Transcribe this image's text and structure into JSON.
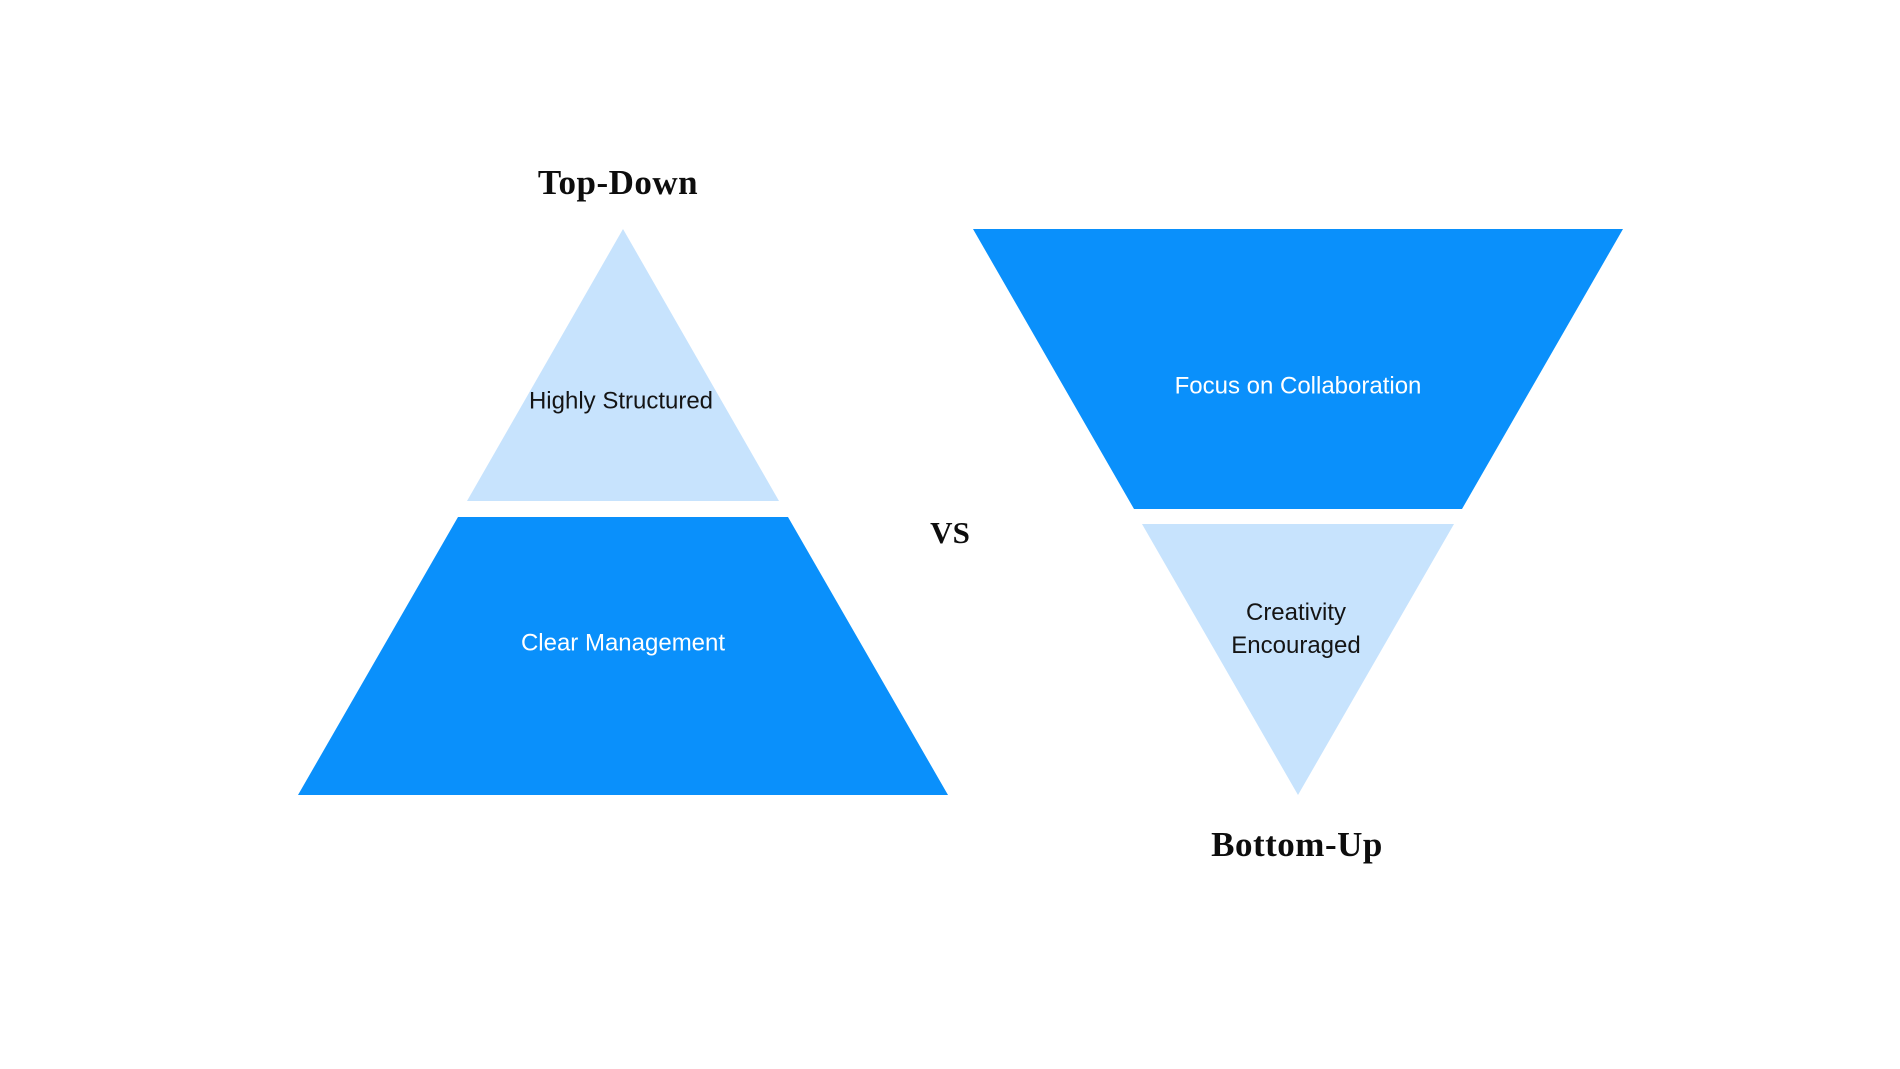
{
  "colors": {
    "accent_blue": "#0a90fb",
    "light_blue": "#c7e3fd",
    "text_dark": "#141414",
    "text_light": "#ffffff",
    "background": "#ffffff"
  },
  "comparison": {
    "vs_label": "VS",
    "left_pyramid": {
      "title": "Top-Down",
      "orientation": "point-up",
      "sections": [
        {
          "label": "Highly Structured",
          "tone": "light_blue",
          "position": "top"
        },
        {
          "label": "Clear Management",
          "tone": "accent_blue",
          "position": "bottom"
        }
      ]
    },
    "right_pyramid": {
      "title": "Bottom-Up",
      "orientation": "point-down",
      "sections": [
        {
          "label": "Focus on Collaboration",
          "tone": "accent_blue",
          "position": "top"
        },
        {
          "label": "Creativity Encouraged",
          "tone": "light_blue",
          "position": "bottom"
        }
      ]
    }
  }
}
